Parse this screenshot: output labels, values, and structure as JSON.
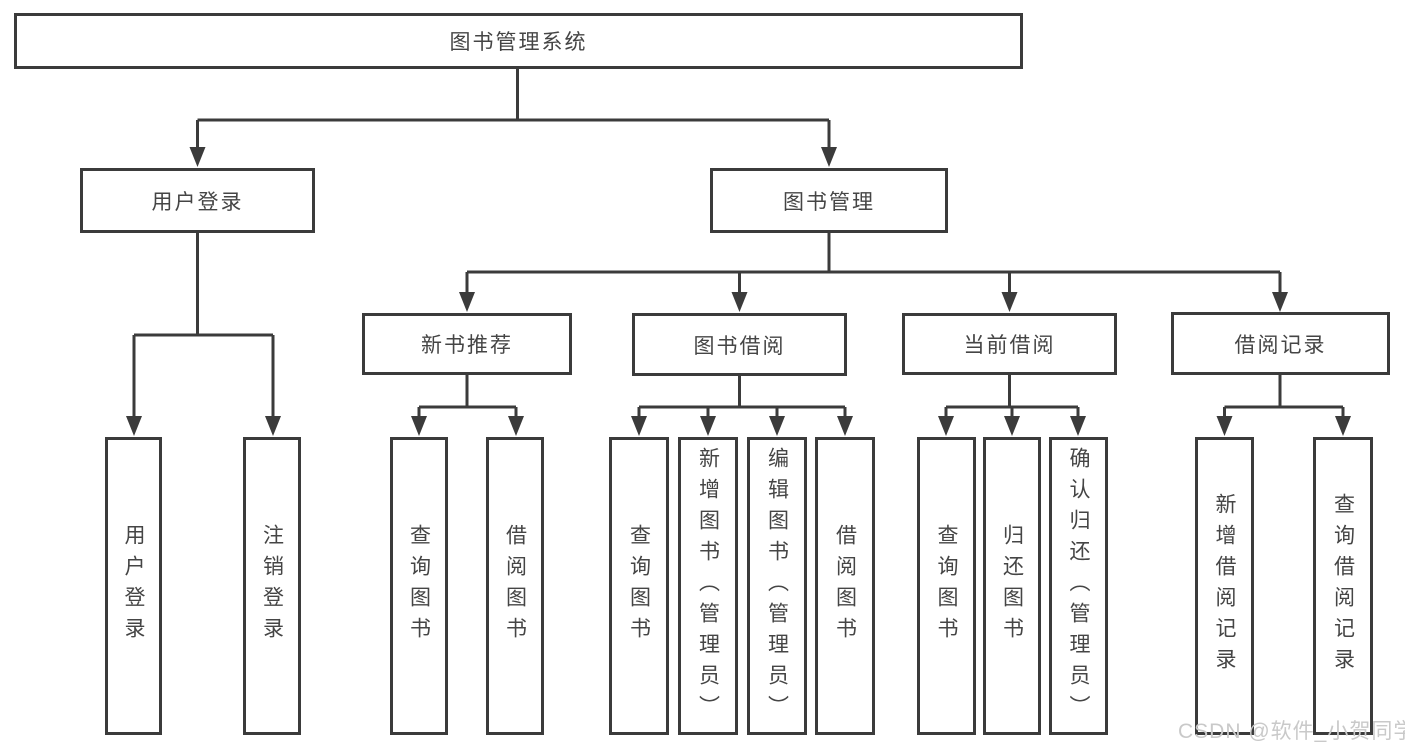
{
  "diagram_title": "图书管理系统",
  "nodes": {
    "root": {
      "label": "图书管理系统"
    },
    "user_login": {
      "label": "用户登录"
    },
    "book_mgmt": {
      "label": "图书管理"
    },
    "new_book_rec": {
      "label": "新书推荐"
    },
    "book_borrow": {
      "label": "图书借阅"
    },
    "current_borrow": {
      "label": "当前借阅"
    },
    "borrow_record": {
      "label": "借阅记录"
    },
    "login": {
      "label": "用户登录"
    },
    "logout": {
      "label": "注销登录"
    },
    "rec_query_book": {
      "label": "查询图书"
    },
    "rec_borrow_book": {
      "label": "借阅图书"
    },
    "bor_query_book": {
      "label": "查询图书"
    },
    "bor_add_book": {
      "label": "新增图书（管理员）"
    },
    "bor_edit_book": {
      "label": "编辑图书（管理员）"
    },
    "bor_borrow_book": {
      "label": "借阅图书"
    },
    "cur_query_book": {
      "label": "查询图书"
    },
    "cur_return_book": {
      "label": "归还图书"
    },
    "cur_confirm_return": {
      "label": "确认归还（管理员）"
    },
    "hist_add_record": {
      "label": "新增借阅记录"
    },
    "hist_query_record": {
      "label": "查询借阅记录"
    }
  },
  "hierarchy": {
    "root": "图书管理系统",
    "children": [
      {
        "label": "用户登录",
        "children": [
          "用户登录",
          "注销登录"
        ]
      },
      {
        "label": "图书管理",
        "children": [
          {
            "label": "新书推荐",
            "children": [
              "查询图书",
              "借阅图书"
            ]
          },
          {
            "label": "图书借阅",
            "children": [
              "查询图书",
              "新增图书（管理员）",
              "编辑图书（管理员）",
              "借阅图书"
            ]
          },
          {
            "label": "当前借阅",
            "children": [
              "查询图书",
              "归还图书",
              "确认归还（管理员）"
            ]
          },
          {
            "label": "借阅记录",
            "children": [
              "新增借阅记录",
              "查询借阅记录"
            ]
          }
        ]
      }
    ]
  },
  "watermark": {
    "text": "CSDN @软件_小贺同学"
  },
  "colors": {
    "line": "#3b3b3b",
    "text": "#454545",
    "watermark": "#c9c9c9",
    "background": "#ffffff"
  }
}
